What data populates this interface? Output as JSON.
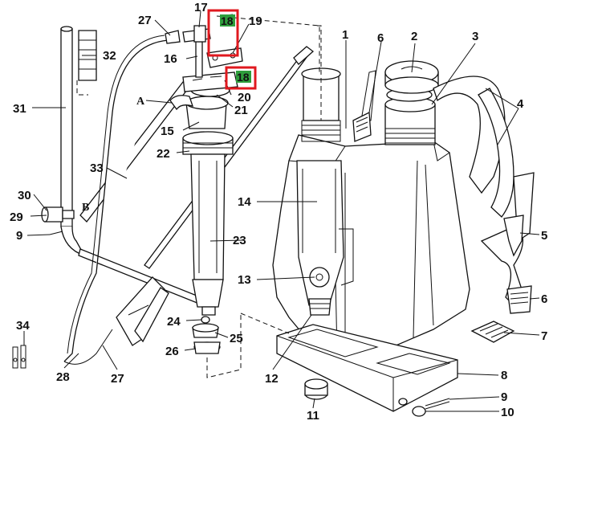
{
  "diagram": {
    "callouts": [
      {
        "id": "c1",
        "text": "1"
      },
      {
        "id": "c2",
        "text": "2"
      },
      {
        "id": "c3",
        "text": "3"
      },
      {
        "id": "c4",
        "text": "4"
      },
      {
        "id": "c5",
        "text": "5"
      },
      {
        "id": "c6a",
        "text": "6"
      },
      {
        "id": "c6b",
        "text": "6"
      },
      {
        "id": "c7",
        "text": "7"
      },
      {
        "id": "c8",
        "text": "8"
      },
      {
        "id": "c9a",
        "text": "9"
      },
      {
        "id": "c9b",
        "text": "9"
      },
      {
        "id": "c10",
        "text": "10"
      },
      {
        "id": "c11",
        "text": "11"
      },
      {
        "id": "c12",
        "text": "12"
      },
      {
        "id": "c13",
        "text": "13"
      },
      {
        "id": "c14",
        "text": "14"
      },
      {
        "id": "c15",
        "text": "15"
      },
      {
        "id": "c16",
        "text": "16"
      },
      {
        "id": "c17",
        "text": "17"
      },
      {
        "id": "c19",
        "text": "19"
      },
      {
        "id": "c20",
        "text": "20"
      },
      {
        "id": "c21",
        "text": "21"
      },
      {
        "id": "c22",
        "text": "22"
      },
      {
        "id": "c23",
        "text": "23"
      },
      {
        "id": "c24",
        "text": "24"
      },
      {
        "id": "c25",
        "text": "25"
      },
      {
        "id": "c26",
        "text": "26"
      },
      {
        "id": "c27a",
        "text": "27"
      },
      {
        "id": "c27b",
        "text": "27"
      },
      {
        "id": "c28",
        "text": "28"
      },
      {
        "id": "c29",
        "text": "29"
      },
      {
        "id": "c30",
        "text": "30"
      },
      {
        "id": "c31",
        "text": "31"
      },
      {
        "id": "c32",
        "text": "32"
      },
      {
        "id": "c33",
        "text": "33"
      },
      {
        "id": "c34",
        "text": "34"
      }
    ],
    "section_markers": {
      "a": "A",
      "b": "B"
    },
    "highlights": [
      {
        "id": "h1",
        "text": "18",
        "box_color": "#e0191f",
        "tag_color": "#2e9e3c"
      },
      {
        "id": "h2",
        "text": "18",
        "box_color": "#e0191f",
        "tag_color": "#2e9e3c"
      }
    ]
  }
}
